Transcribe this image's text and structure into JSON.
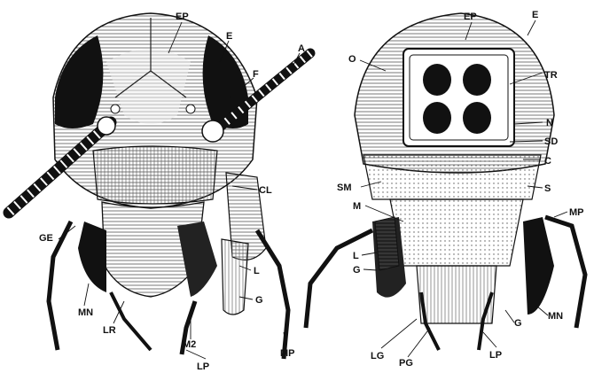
{
  "figure": {
    "left_panel": {
      "labels": {
        "EP": "EP",
        "E": "E",
        "F": "F",
        "A": "A",
        "CL": "CL",
        "GE": "GE",
        "MN": "MN",
        "LR": "LR",
        "L": "L",
        "G": "G",
        "M2": "M2",
        "LP": "LP",
        "MP": "MP"
      }
    },
    "right_panel": {
      "labels": {
        "EP": "EP",
        "E": "E",
        "TR": "TR",
        "O": "O",
        "N": "N",
        "SD": "SD",
        "C": "C",
        "SM": "SM",
        "S": "S",
        "M": "M",
        "MP": "MP",
        "L": "L",
        "G_left": "G",
        "MN": "MN",
        "G_right": "G",
        "LG": "LG",
        "PG": "PG",
        "LP": "LP"
      }
    }
  }
}
